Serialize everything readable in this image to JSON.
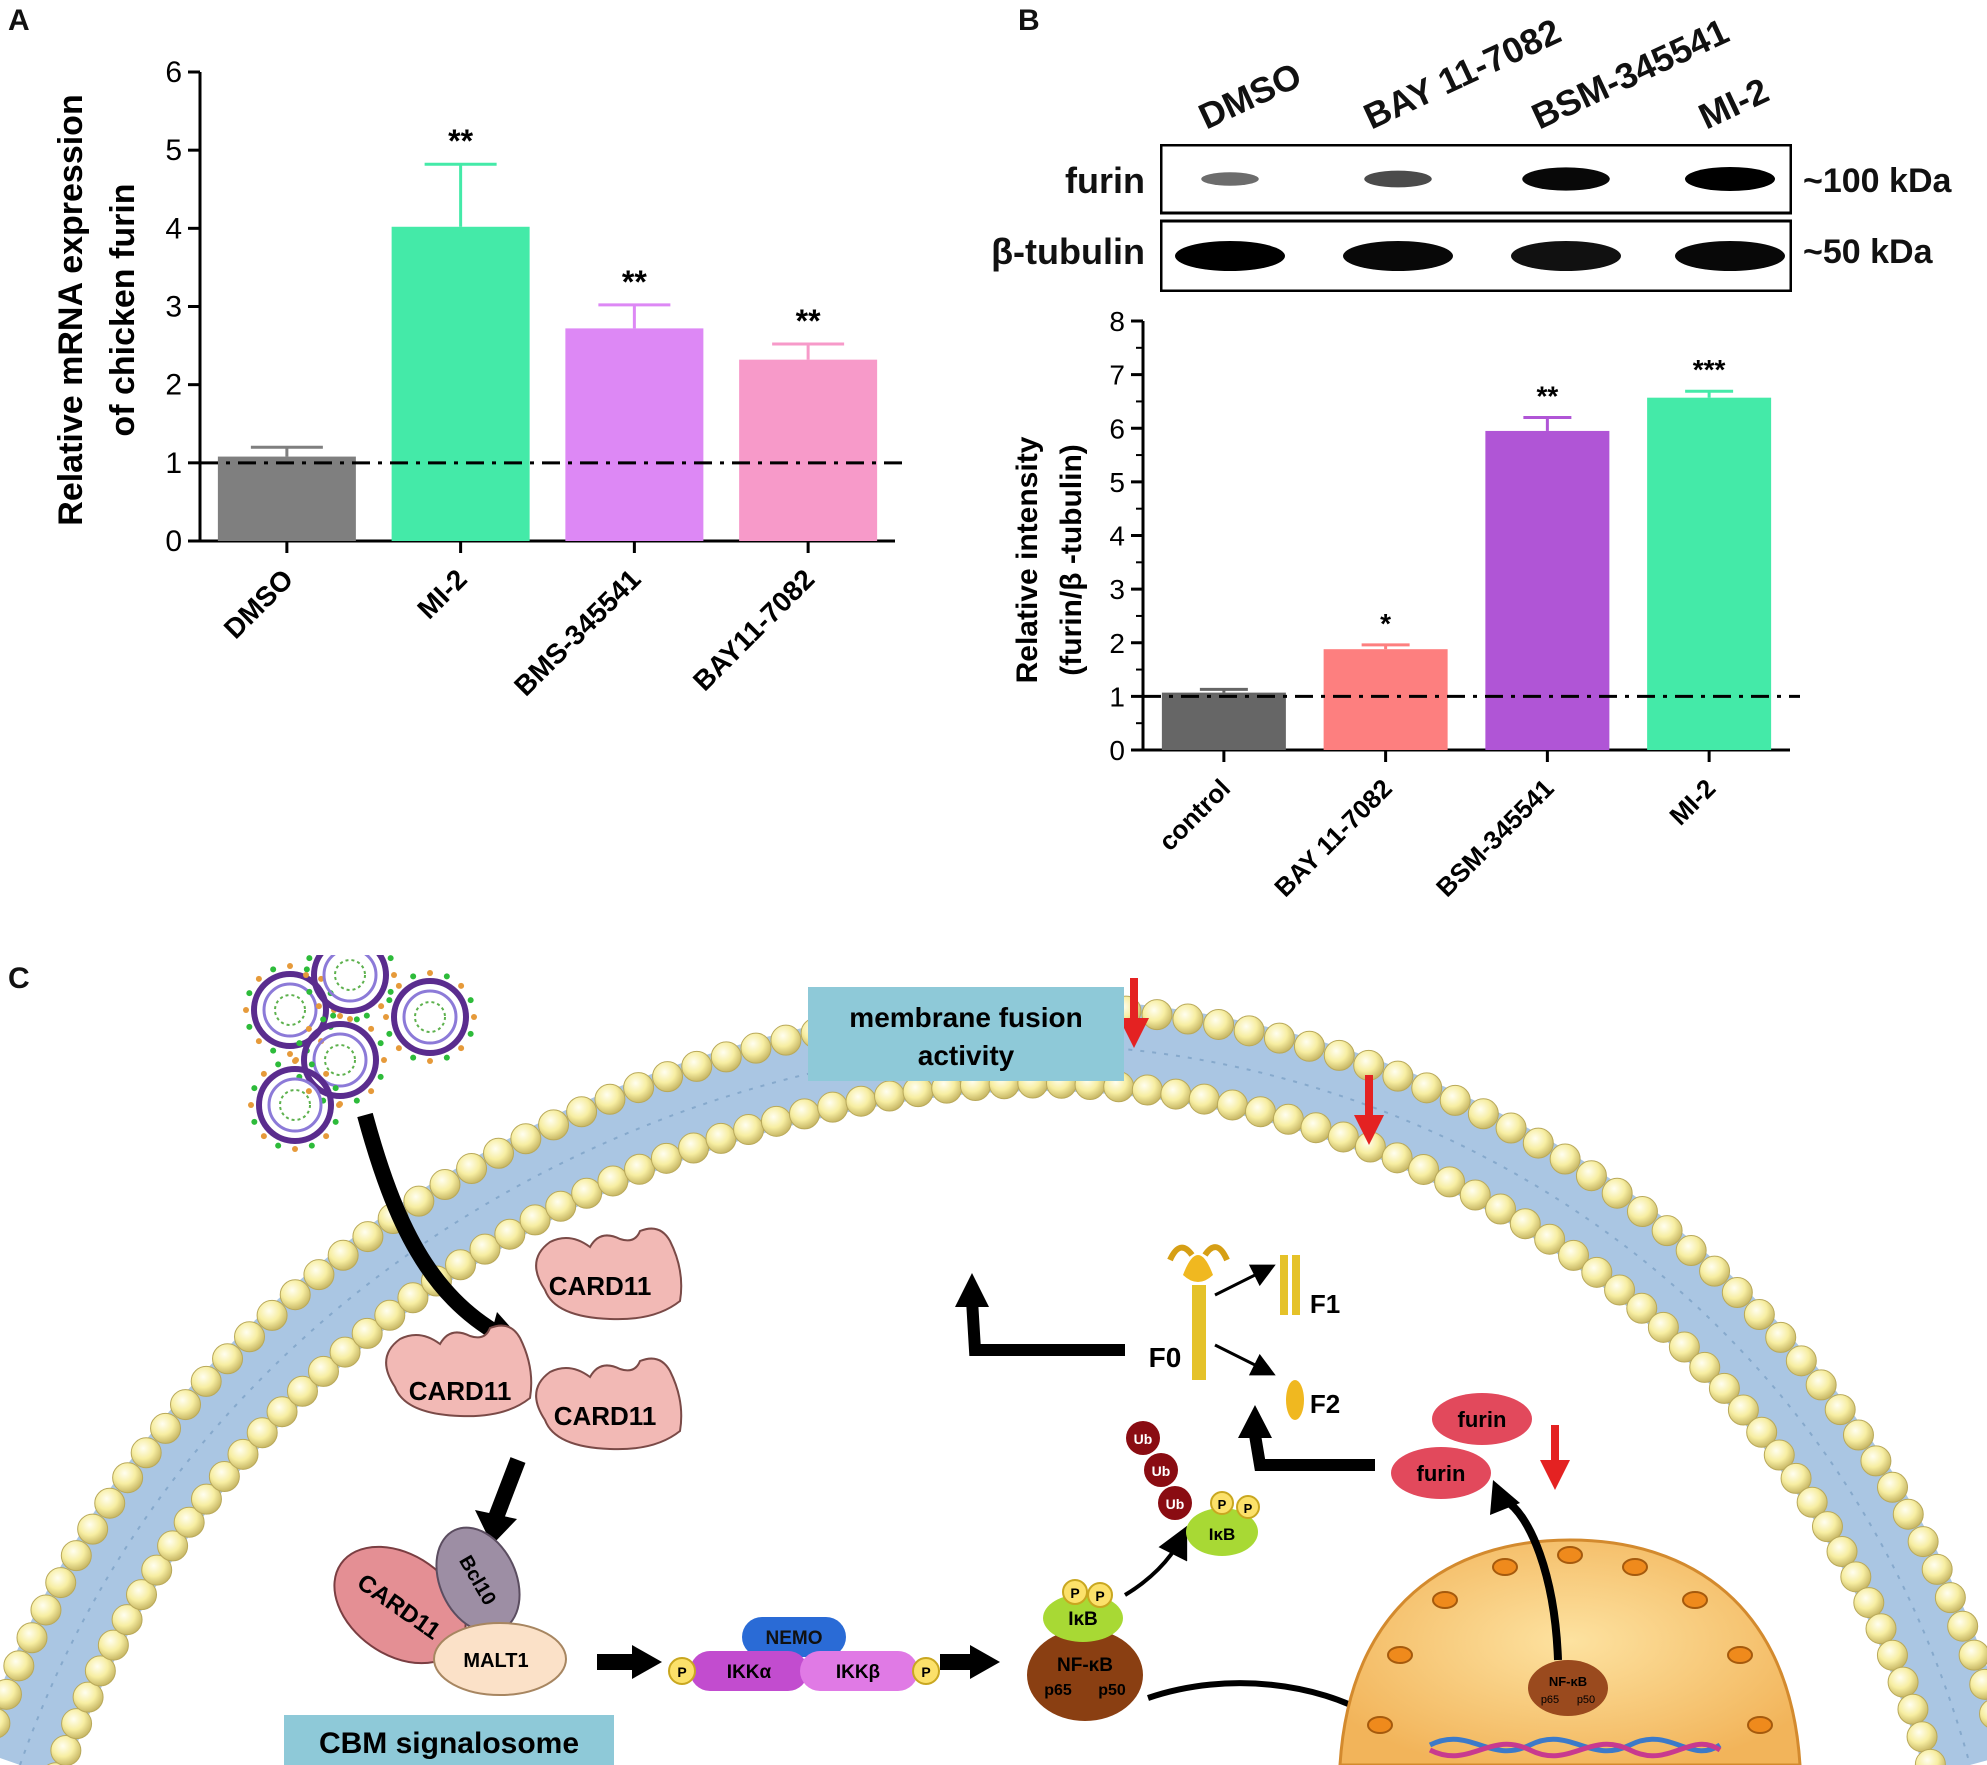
{
  "panels": {
    "a": "A",
    "b": "B",
    "c": "C"
  },
  "chart_data": [
    {
      "type": "bar",
      "panel": "A",
      "ylabel_lines": [
        "Relative mRNA expression",
        "of chicken furin"
      ],
      "categories": [
        "DMSO",
        "MI-2",
        "BMS-345541",
        "BAY11-7082"
      ],
      "values": [
        1.08,
        4.02,
        2.72,
        2.32
      ],
      "errors": [
        0.12,
        0.8,
        0.3,
        0.2
      ],
      "significance": [
        "",
        "**",
        "**",
        "**"
      ],
      "colors": [
        "#7f7f7f",
        "#44eaa8",
        "#dd88f5",
        "#f79ac9"
      ],
      "ylim": [
        0,
        6
      ],
      "yticks": [
        "0",
        "1",
        "2",
        "3",
        "4",
        "5",
        "6"
      ],
      "reference_line": 1
    },
    {
      "type": "bar",
      "panel": "B",
      "ylabel_lines": [
        "Relative intensity",
        "(furin/β -tubulin)"
      ],
      "categories": [
        "control",
        "BAY 11-7082",
        "BSM-345541",
        "MI-2"
      ],
      "values": [
        1.07,
        1.88,
        5.95,
        6.57
      ],
      "errors": [
        0.06,
        0.08,
        0.25,
        0.12
      ],
      "significance": [
        "",
        "*",
        "**",
        "***"
      ],
      "colors": [
        "#666666",
        "#fd7f7f",
        "#b055d6",
        "#44eaa8"
      ],
      "ylim": [
        0,
        8
      ],
      "yticks": [
        "0",
        "1",
        "2",
        "3",
        "4",
        "5",
        "6",
        "7",
        "8"
      ],
      "reference_line": 1
    }
  ],
  "blot": {
    "lanes": [
      "DMSO",
      "BAY 11-7082",
      "BSM-345541",
      "MI-2"
    ],
    "rows": [
      {
        "label": "furin",
        "size": "~100 kDa",
        "intensities": [
          0.35,
          0.55,
          0.95,
          1.0
        ]
      },
      {
        "label": "β-tubulin",
        "size": "~50 kDa",
        "intensities": [
          1.0,
          0.95,
          0.9,
          0.95
        ]
      }
    ]
  },
  "diagram": {
    "card_labels": [
      "CARD11",
      "CARD11",
      "CARD11"
    ],
    "complex": {
      "card": "CARD11",
      "bcl": "Bcl10",
      "malt": "MALT1"
    },
    "cbm": "CBM signalosome",
    "ikk": {
      "nemo": "NEMO",
      "alpha": "IKKα",
      "beta": "IKKβ",
      "p": "P"
    },
    "nfkb": {
      "ikb": "IκB",
      "nfkb": "NF-κB",
      "p65": "p65",
      "p50": "p50",
      "ub": "Ub"
    },
    "nucleus_nfkb": {
      "nfkb": "NF-κB",
      "p65": "p65",
      "p50": "p50"
    },
    "fusion_lines": [
      "membrane fusion",
      "activity"
    ],
    "f0": "F0",
    "f1": "F1",
    "f2": "F2",
    "furin_labels": [
      "furin",
      "furin"
    ]
  }
}
